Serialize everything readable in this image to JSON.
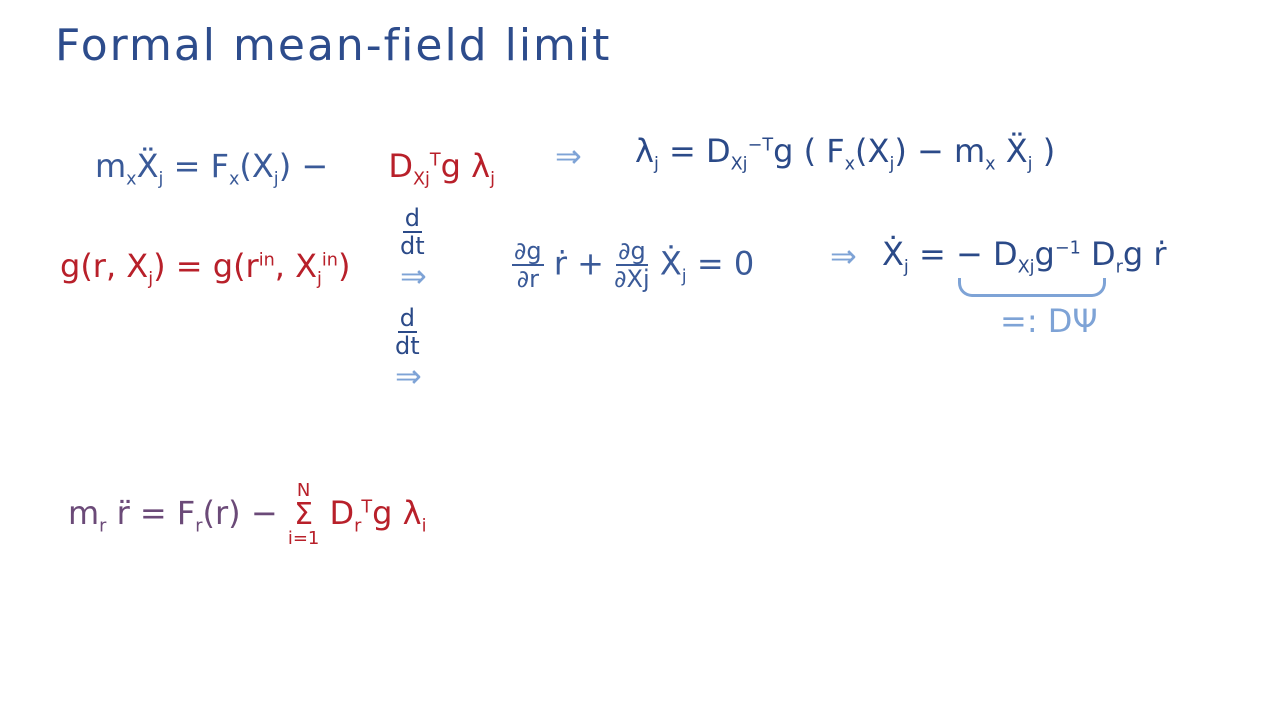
{
  "title": "Formal mean-field limit",
  "eq1": {
    "lhs": "m",
    "lhs_sub": "x",
    "lhs_var": "Ẍ",
    "lhs_var_sub": "j",
    "mid": " = F",
    "mid_sub": "x",
    "mid2": "(X",
    "mid2_sub": "j",
    "mid3": ") −",
    "red_D": "D",
    "red_D_sub": "Xj",
    "red_D_sup": "T",
    "red_rest": "g λ",
    "red_rest_sub": "j",
    "arrow": "⇒",
    "rhs1": "λ",
    "rhs1_sub": "j",
    "rhs2": " = D",
    "rhs2_sub": "Xj",
    "rhs2_sup": "−T",
    "rhs3": "g ( F",
    "rhs3_sub": "x",
    "rhs4": "(X",
    "rhs4_sub": "j",
    "rhs5": ") − m",
    "rhs5_sub": "x",
    "rhs6": " Ẍ",
    "rhs6_sub": "j",
    "rhs7": " )"
  },
  "eq2": {
    "red1": "g(r, X",
    "red1_sub": "j",
    "red2": ") =  g(r",
    "red2_sup": "in",
    "red3": ", X",
    "red3_sub": "j",
    "red3_sup": "in",
    "red4": ")",
    "ddt_num": "d",
    "ddt_den": "dt",
    "ddt_arrow": "⇒",
    "f1_num": "∂g",
    "f1_den": "∂r",
    "t1": " ṙ + ",
    "f2_num": "∂g",
    "f2_den": "∂Xj",
    "t2": " Ẋ",
    "t2_sub": "j",
    "t3": " = 0",
    "arrow": "⇒",
    "r1": "Ẋ",
    "r1_sub": "j",
    "r2": " = − D",
    "r2_sub": "Xj",
    "r3": "g",
    "r3_sup": "−1",
    "r4": " D",
    "r4_sub": "r",
    "r5": "g  ṙ",
    "brace_label": "=: DΨ"
  },
  "ddt2": {
    "num": "d",
    "den": "dt",
    "arrow": "⇒"
  },
  "eq3": {
    "p1": "m",
    "p1_sub": "r",
    "p2": " r̈ = F",
    "p2_sub": "r",
    "p3": "(r) − ",
    "sum": "Σ",
    "sum_sup": "N",
    "sum_sub": "i=1",
    "red1": " D",
    "red1_sub": "r",
    "red1_sup": "T",
    "red2": "g  λ",
    "red2_sub": "i"
  }
}
